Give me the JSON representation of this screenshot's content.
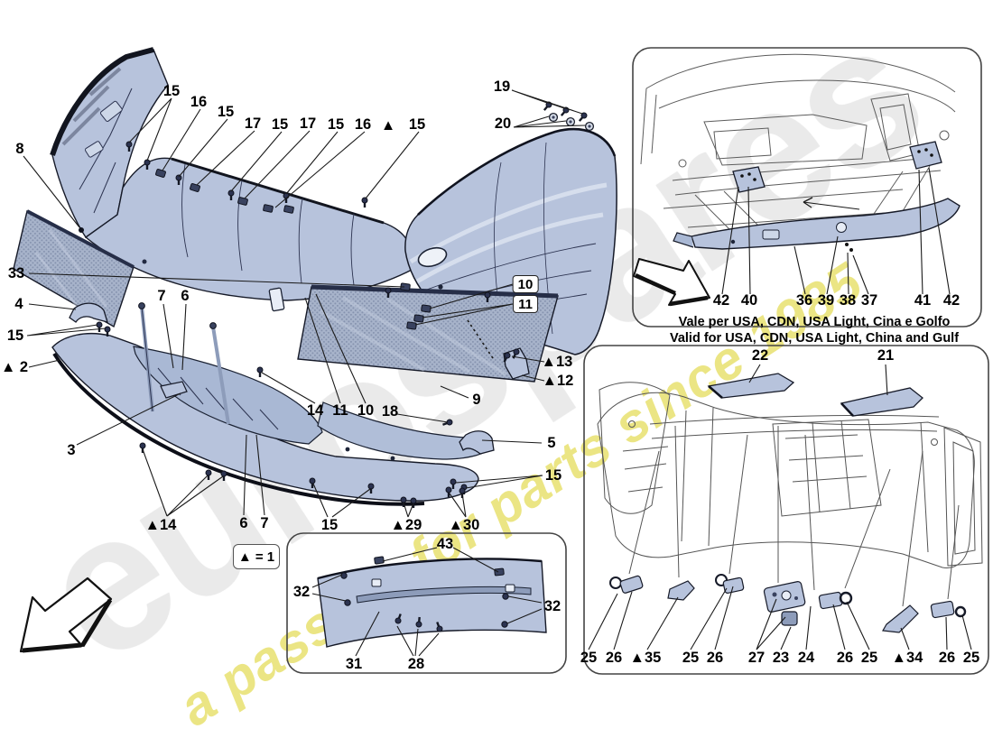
{
  "watermark": {
    "brand": "eurospares",
    "tagline": "a passion for parts since 1985"
  },
  "legend": {
    "text": "▲ = 1"
  },
  "usa_inset": {
    "note_it": "Vale per USA, CDN, USA Light, Cina e Golfo",
    "note_en": "Valid for USA, CDN, USA Light, China and Gulf"
  },
  "callouts": {
    "labels": [
      "15",
      "16",
      "15",
      "17",
      "15",
      "17",
      "15",
      "16",
      "▲",
      "15",
      "19",
      "20",
      "8",
      "33",
      "4",
      "15",
      "▲ 2",
      "3",
      "7",
      "6",
      "10",
      "11",
      "9",
      "▲13",
      "▲12",
      "14",
      "11",
      "10",
      "18",
      "5",
      "15",
      "▲14",
      "6",
      "7",
      "15",
      "▲29",
      "▲30",
      "43",
      "32",
      "32",
      "31",
      "28",
      "42",
      "40",
      "36",
      "39",
      "38",
      "37",
      "41",
      "42",
      "22",
      "21",
      "25",
      "26",
      "▲35",
      "25",
      "26",
      "27",
      "23",
      "24",
      "26",
      "25",
      "▲34",
      "26",
      "25"
    ]
  }
}
